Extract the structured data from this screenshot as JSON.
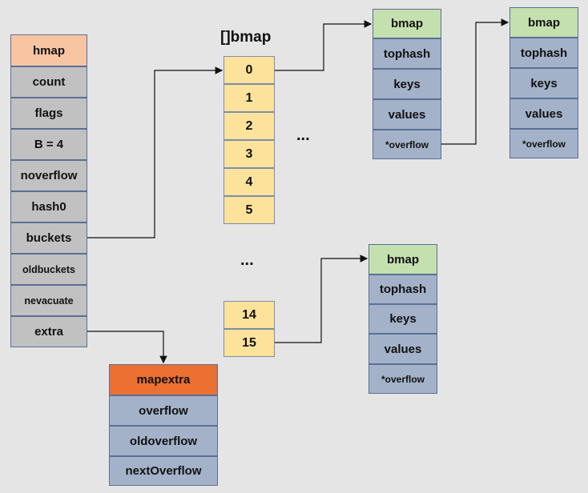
{
  "hmap": [
    "hmap",
    "count",
    "flags",
    "B = 4",
    "noverflow",
    "hash0",
    "buckets",
    "oldbuckets",
    "nevacuate",
    "extra"
  ],
  "array_title": "[]bmap",
  "array_cells": [
    "0",
    "1",
    "2",
    "3",
    "4",
    "5",
    "14",
    "15"
  ],
  "ellipsis": "...",
  "bmap_fields": [
    "bmap",
    "tophash",
    "keys",
    "values",
    "*overflow"
  ],
  "mapextra": [
    "mapextra",
    "overflow",
    "oldoverflow",
    "nextOverflow"
  ]
}
